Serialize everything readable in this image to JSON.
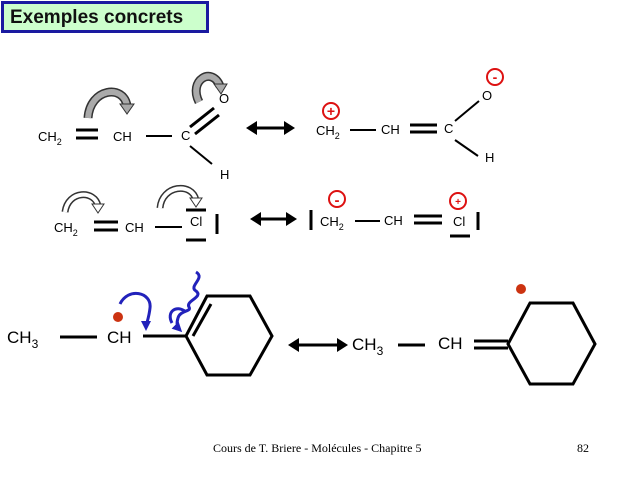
{
  "title": "Exemples concrets",
  "colors": {
    "title_bg": "#ccffcc",
    "title_border": "#1a1aa0",
    "charge_ring": "#dd1111",
    "radical_dot": "#cc3311",
    "blue_arrow": "#2222bb"
  },
  "row1": {
    "left": {
      "ch2": "CH",
      "sub2": "2",
      "ch": "CH",
      "c": "C",
      "o": "O",
      "h": "H"
    },
    "right": {
      "ch2": "CH",
      "sub2": "2",
      "ch": "CH",
      "c": "C",
      "o": "O",
      "h": "H",
      "plus": "+",
      "minus": "-"
    }
  },
  "row2": {
    "left": {
      "ch2": "CH",
      "sub2": "2",
      "ch": "CH",
      "cl": "Cl"
    },
    "right": {
      "ch2": "CH",
      "sub2": "2",
      "ch": "CH",
      "cl": "Cl",
      "minus": "-",
      "plus": "+"
    }
  },
  "row3": {
    "left": {
      "ch3": "CH",
      "sub3": "3",
      "ch": "CH"
    },
    "right": {
      "ch3": "CH",
      "sub3": "3",
      "ch": "CH"
    }
  },
  "footer": {
    "course": "Cours de T. Briere - Molécules - Chapitre 5",
    "page": "82"
  }
}
